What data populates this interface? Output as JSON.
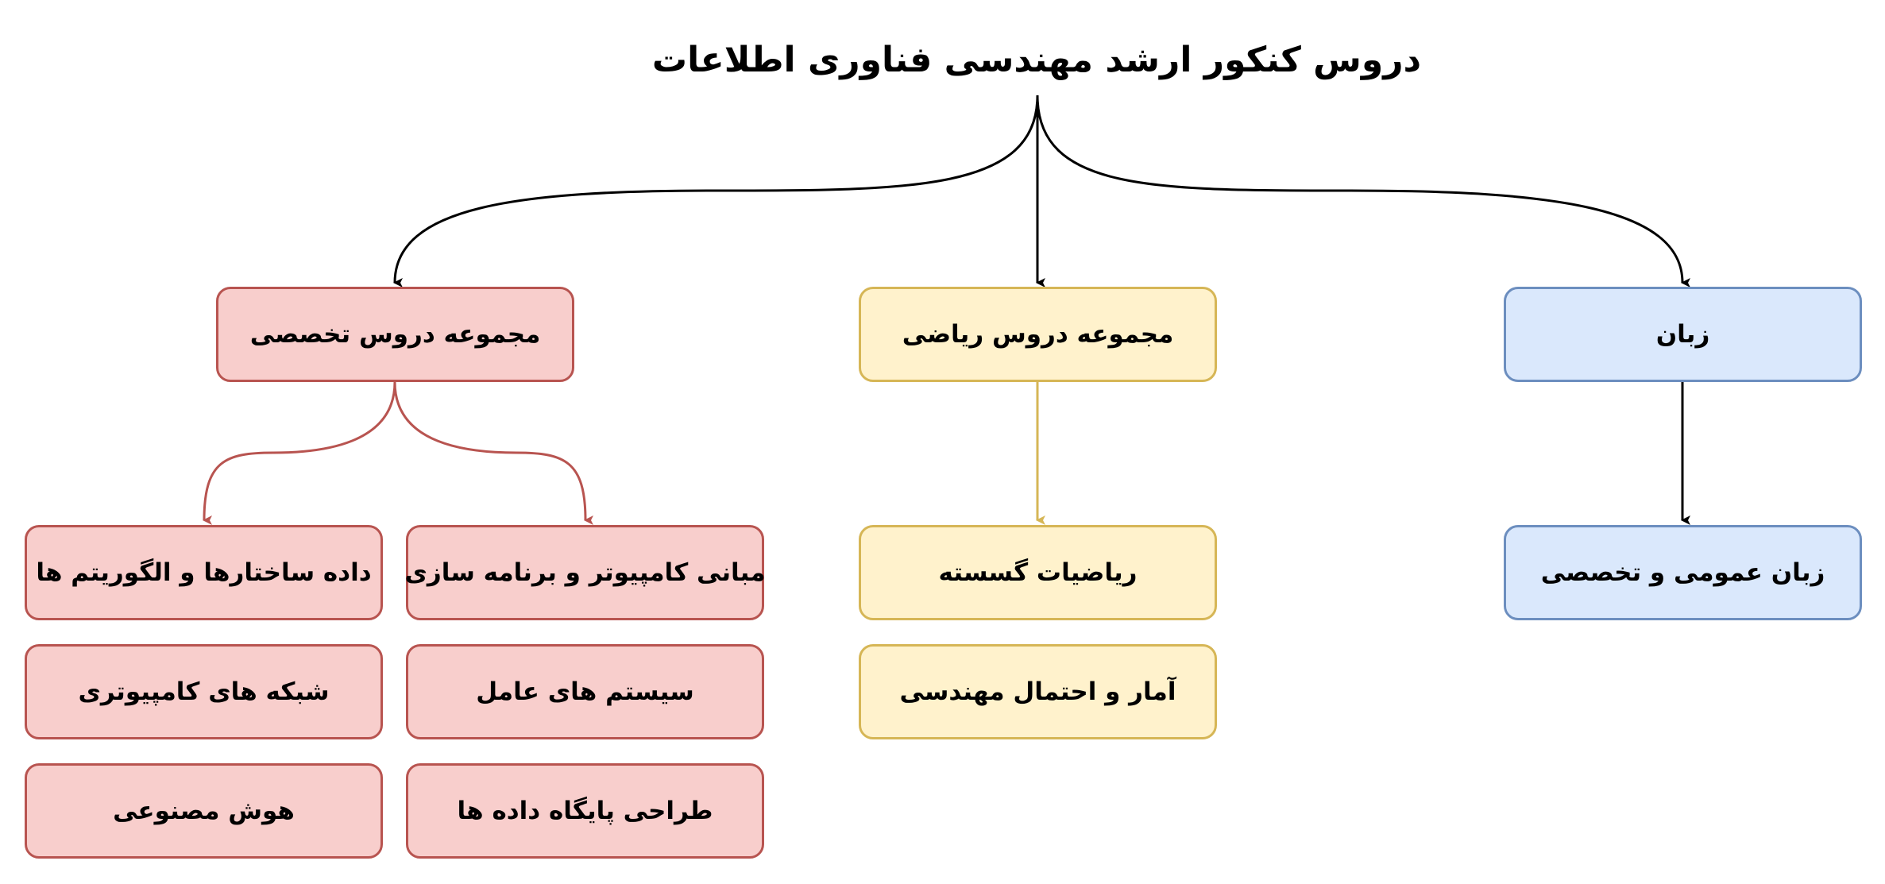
{
  "title": "دروس کنکور ارشد مهندسی فناوری اطلاعات",
  "colors": {
    "specialized_fill": "#f8cecc",
    "specialized_stroke": "#b85450",
    "math_fill": "#fff2cc",
    "math_stroke": "#d6b656",
    "language_fill": "#dae8fc",
    "language_stroke": "#6c8ebf",
    "root_edges": "#000000"
  },
  "groups": {
    "specialized": {
      "label": "مجموعه دروس تخصصی",
      "courses": [
        "مبانی کامپیوتر و برنامه سازی",
        "داده ساختارها و الگوریتم ها",
        "سیستم های عامل",
        "شبکه های کامپیوتری",
        "طراحی پایگاه داده ها",
        "هوش مصنوعی"
      ]
    },
    "math": {
      "label": "مجموعه دروس ریاضی",
      "courses": [
        "ریاضیات گسسته",
        "آمار و احتمال مهندسی"
      ]
    },
    "language": {
      "label": "زبان",
      "courses": [
        "زبان عمومی و تخصصی"
      ]
    }
  }
}
